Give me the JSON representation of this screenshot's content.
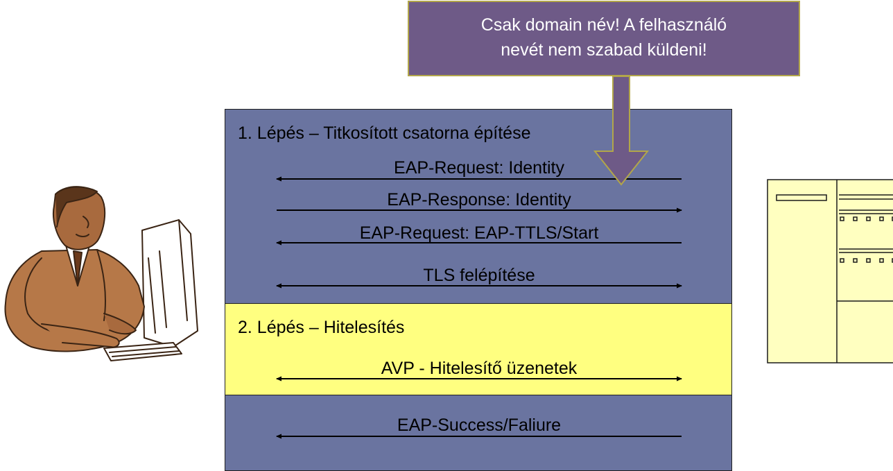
{
  "callout": {
    "line1": "Csak domain név! A felhasználó",
    "line2": "nevét nem szabad küldeni!"
  },
  "steps": [
    {
      "title": "1. Lépés – Titkosított csatorna építése",
      "messages": [
        {
          "label": "EAP-Request: Identity",
          "direction": "to-client"
        },
        {
          "label": "EAP-Response: Identity",
          "direction": "to-server"
        },
        {
          "label": "EAP-Request: EAP-TTLS/Start",
          "direction": "to-client"
        },
        {
          "label": "TLS felépítése",
          "direction": "both"
        }
      ]
    },
    {
      "title": "2. Lépés – Hitelesítés",
      "messages": [
        {
          "label": "AVP - Hitelesítő üzenetek",
          "direction": "both"
        }
      ]
    },
    {
      "title": "",
      "messages": [
        {
          "label": "EAP-Success/Faliure",
          "direction": "to-client"
        }
      ]
    }
  ],
  "colors": {
    "blue_section": "#6a74a0",
    "yellow_section": "#ffff80",
    "callout_fill": "#6e5a87",
    "callout_border": "#b2a64a",
    "server_fill": "#ffffc0"
  }
}
